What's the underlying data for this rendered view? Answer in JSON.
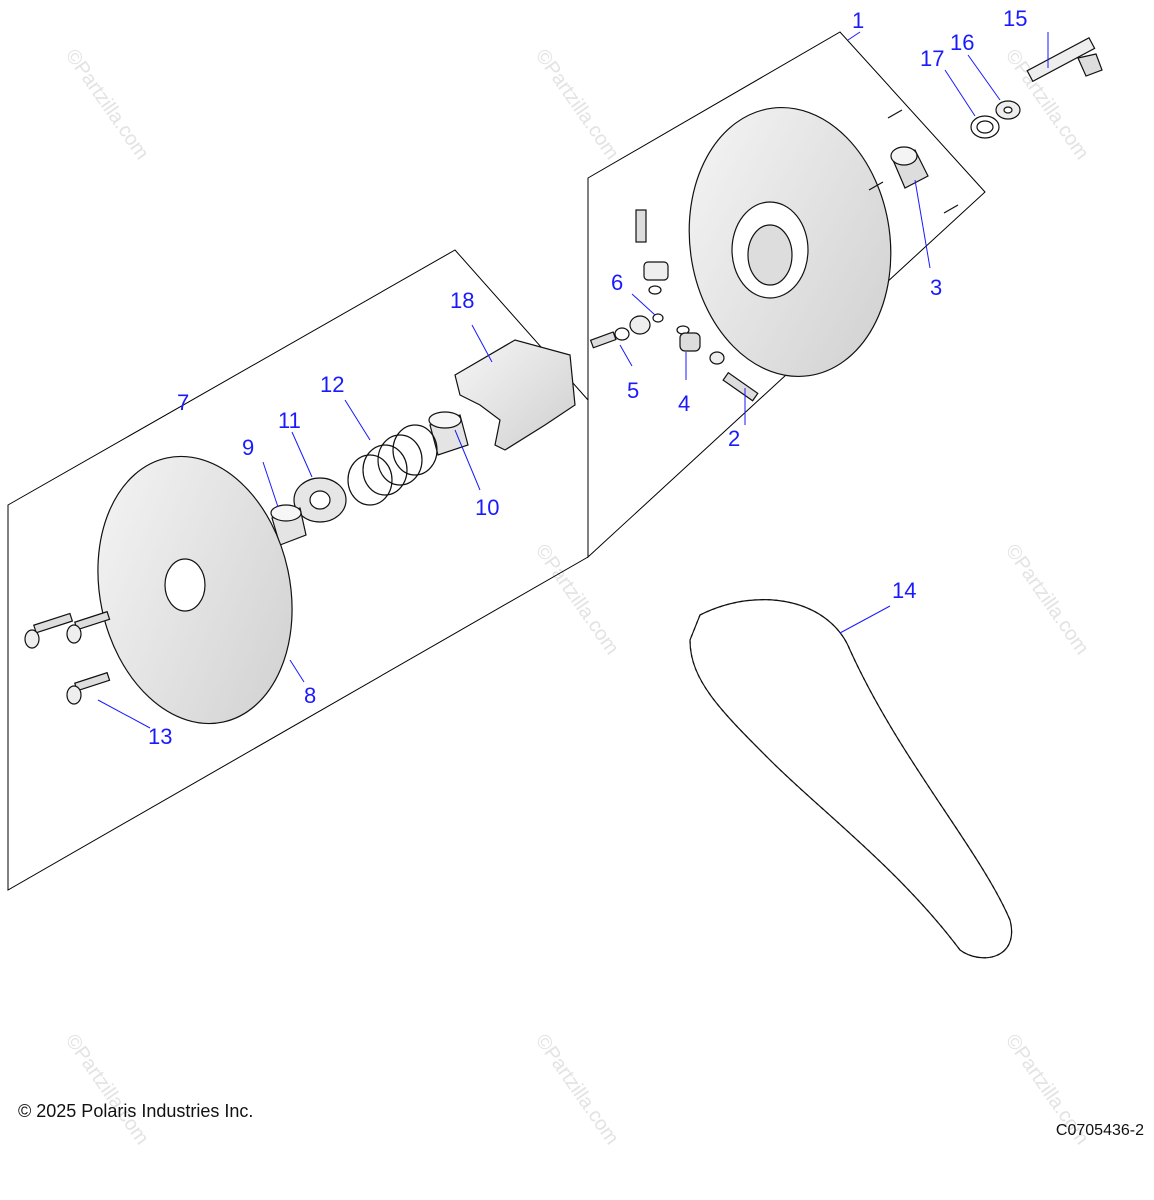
{
  "watermark": "©Partzilla.com",
  "copyright": "© 2025 Polaris Industries Inc.",
  "drawing_code": "C0705436-2",
  "callouts": {
    "c1": "1",
    "c2": "2",
    "c3": "3",
    "c4": "4",
    "c5": "5",
    "c6": "6",
    "c7": "7",
    "c8": "8",
    "c9": "9",
    "c10": "10",
    "c11": "11",
    "c12": "12",
    "c13": "13",
    "c14": "14",
    "c15": "15",
    "c16": "16",
    "c17": "17",
    "c18": "18"
  },
  "colors": {
    "callout": "#1a1aff",
    "line": "#111111",
    "part_fill": "#e8e8e8",
    "watermark": "#e3e3e3"
  }
}
